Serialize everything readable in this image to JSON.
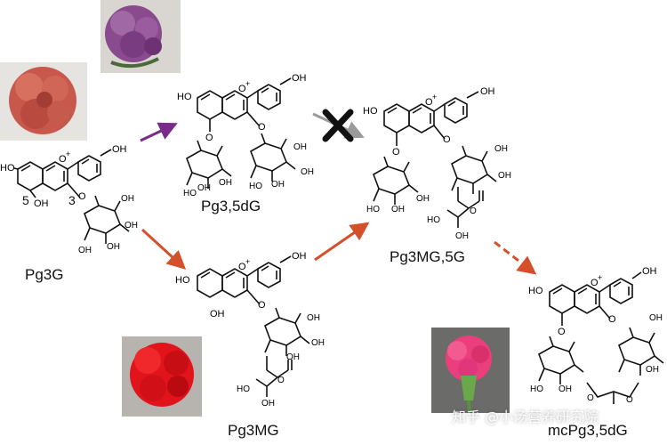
{
  "compounds": {
    "pg3g": "Pg3G",
    "pg35dg": "Pg3,5dG",
    "pg3mg": "Pg3MG",
    "pg3mg5g": "Pg3MG,5G",
    "mcpg35dg": "mcPg3,5dG"
  },
  "positions": {
    "five": "5",
    "three": "3"
  },
  "watermark": "知乎 @小汤营养研究院",
  "colors": {
    "arrow_purple": "#7a2a88",
    "arrow_orange": "#d4502a",
    "arrow_grey": "#9a9a9a",
    "block_x": "#111111"
  },
  "photos": {
    "purple_flower": "photo-purple",
    "salmon_flower": "photo-salmon",
    "red_flower": "photo-red",
    "pink_flower": "photo-pink"
  }
}
